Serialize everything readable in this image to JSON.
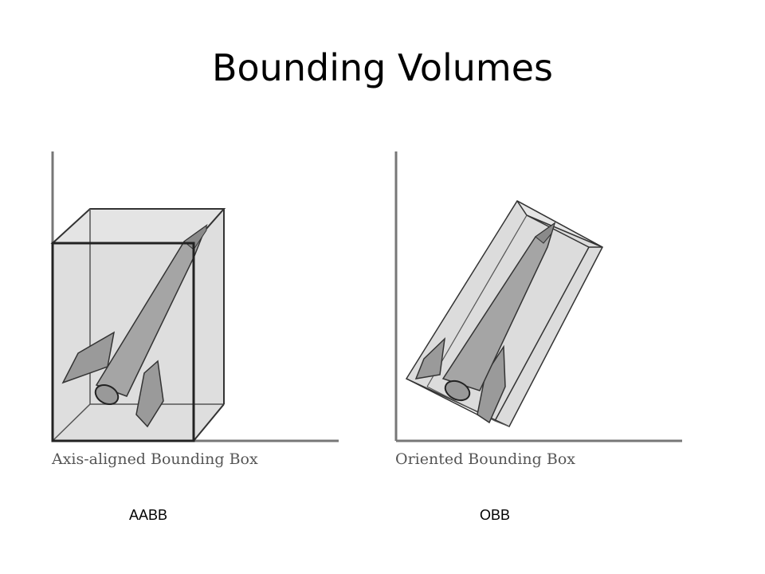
{
  "title": "Bounding Volumes",
  "figures": [
    {
      "caption": "Axis-aligned Bounding Box",
      "label": "AABB"
    },
    {
      "caption": "Oriented Bounding Box",
      "label": "OBB"
    }
  ]
}
